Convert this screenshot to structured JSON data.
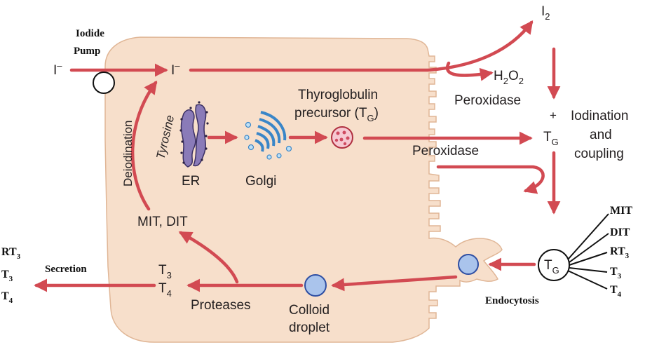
{
  "labels": {
    "iodide_pump_line1": "Iodide",
    "iodide_pump_line2": "Pump",
    "iodide_in": "I",
    "iodide_in_charge": "–",
    "iodide_cell": "I",
    "iodide_cell_charge": "–",
    "iodine": "I",
    "iodine_sub": "2",
    "h2o2_h": "H",
    "h2o2_sub1": "2",
    "h2o2_o": "O",
    "h2o2_sub2": "2",
    "peroxidase_top": "Peroxidase",
    "plus": "+",
    "tg_top": "T",
    "tg_top_sub": "G",
    "iodination_1": "Iodination",
    "iodination_2": "and",
    "iodination_3": "coupling",
    "thyroglobulin_1": "Thyroglobulin",
    "thyroglobulin_2": "precursor (T",
    "thyroglobulin_2_sub": "G",
    "thyroglobulin_2_end": ")",
    "er": "ER",
    "golgi": "Golgi",
    "peroxidase_mid": "Peroxidase",
    "tyrosine": "Tyrosine",
    "deiodination": "Deiodination",
    "mit_dit": "MIT, DIT",
    "proteases": "Proteases",
    "colloid_1": "Colloid",
    "colloid_2": "droplet",
    "t3_cell": "T",
    "t3_cell_sub": "3",
    "t4_cell": "T",
    "t4_cell_sub": "4",
    "secretion": "Secretion",
    "endocytosis": "Endocytosis",
    "tg_circle": "T",
    "tg_circle_sub": "G"
  },
  "out_left": [
    {
      "base": "RT",
      "sub": "3"
    },
    {
      "base": "T",
      "sub": "3"
    },
    {
      "base": "T",
      "sub": "4"
    }
  ],
  "out_right": [
    {
      "base": "MIT",
      "sub": ""
    },
    {
      "base": "DIT",
      "sub": ""
    },
    {
      "base": "RT",
      "sub": "3"
    },
    {
      "base": "T",
      "sub": "3"
    },
    {
      "base": "T",
      "sub": "4"
    }
  ],
  "colors": {
    "cell_fill": "#f7dfcb",
    "cell_stroke": "#e0b696",
    "arrow": "#d24a52",
    "droplet_fill": "#aac4ec",
    "droplet_stroke": "#2f4fa3",
    "text": "#231f20"
  }
}
